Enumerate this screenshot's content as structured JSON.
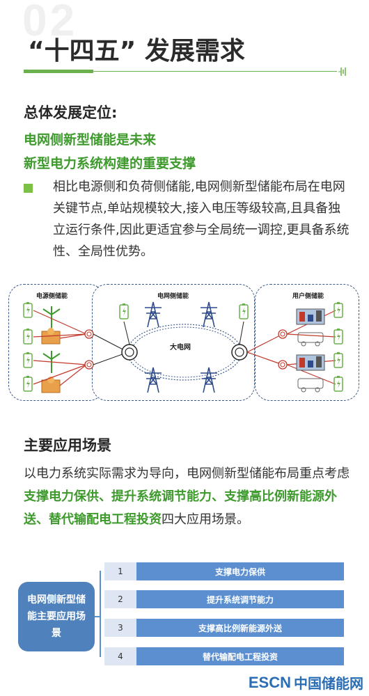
{
  "section": {
    "number": "02",
    "title": "“十四五” 发展需求"
  },
  "positioning": {
    "heading": "总体发展定位:",
    "green_lines": [
      "电网侧新型储能是未来",
      "新型电力系统构建的重要支撑"
    ],
    "bullet_text": "相比电源侧和负荷侧储能,电网侧新型储能布局在电网关键节点,单站规模较大,接入电压等级较高,且具备独立运行条件,因此更适宜参与全局统一调控,更具备系统性、全局性优势。"
  },
  "diagram": {
    "left_title": "电源侧储能",
    "middle_title": "电网侧储能",
    "right_title": "用户侧储能",
    "center_label": "大电网"
  },
  "scenarios": {
    "heading": "主要应用场景",
    "text_before": "以电力系统实际需求为导向，电网侧新型储能布局重点考虑",
    "highlight": "支撑电力保供、提升系统调节能力、支撑高比例新能源外送、替代输配电工程投资",
    "text_after": "四大应用场景。",
    "box_label": "电网侧新型储能主要应用场景",
    "items": [
      {
        "num": "1",
        "label": "支撑电力保供"
      },
      {
        "num": "2",
        "label": "提升系统调节能力"
      },
      {
        "num": "3",
        "label": "支撑高比例新能源外送"
      },
      {
        "num": "4",
        "label": "替代输配电工程投资"
      }
    ]
  },
  "watermark": {
    "en": "ESCN",
    "cn": "中国储能网"
  },
  "colors": {
    "green": "#3e9a2d",
    "accent_green": "#6ab04c",
    "blue": "#5b8fd0",
    "dark_blue": "#4f81bd",
    "border_blue": "#3a5a8c"
  }
}
